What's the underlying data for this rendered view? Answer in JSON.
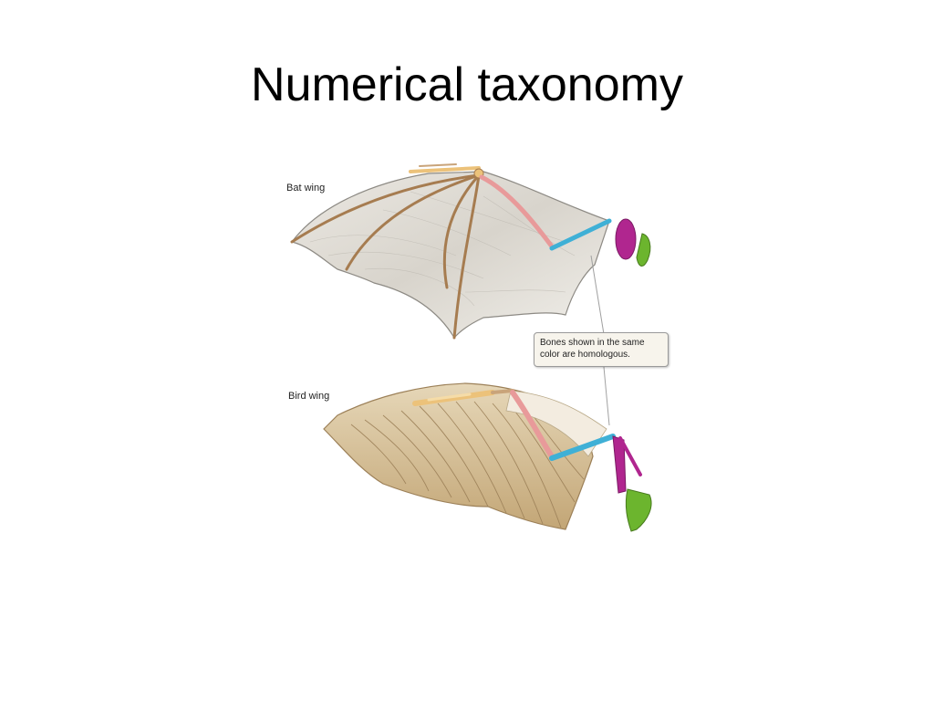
{
  "slide": {
    "title": "Numerical taxonomy"
  },
  "figure": {
    "bat_label": "Bat wing",
    "bird_label": "Bird wing",
    "callout_text": "Bones shown in the same color are homologous.",
    "colors": {
      "humerus": "#3fb0d6",
      "radius_ulna": "#e89a9a",
      "carpals": "#ecc27a",
      "metacarpals_digits": "#c9a47a",
      "scapula": "#b0268f",
      "coracoid": "#6cb52e",
      "bat_membrane": "#dedad2",
      "bird_feathers": "#cdb48c"
    }
  }
}
